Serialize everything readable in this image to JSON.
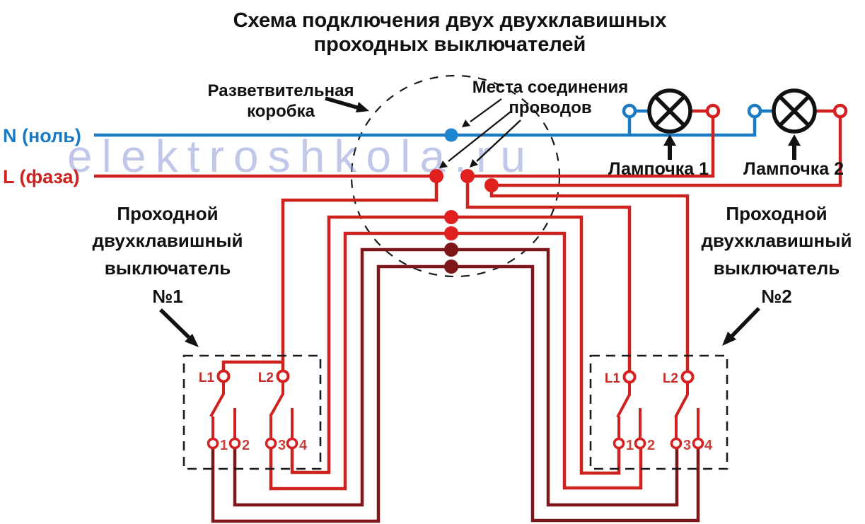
{
  "title": {
    "line1": "Схема подключения двух двухклавишных",
    "line2": "проходных выключателей"
  },
  "watermark": "elektroshkola.ru",
  "power_lines": {
    "neutral_label": "N (ноль)",
    "phase_label": "L (фаза)"
  },
  "junction_box": {
    "label_line1": "Разветвительная",
    "label_line2": "коробка"
  },
  "connection_points": {
    "label_line1": "Места соединения",
    "label_line2": "проводов"
  },
  "lamps": [
    {
      "label": "Лампочка 1"
    },
    {
      "label": "Лампочка 2"
    }
  ],
  "switches": [
    {
      "label_line1": "Проходной",
      "label_line2": "двухклавишный",
      "label_line3": "выключатель",
      "label_line4": "№1",
      "terminals": {
        "l1": "L1",
        "l2": "L2",
        "t1": "1",
        "t2": "2",
        "t3": "3",
        "t4": "4"
      }
    },
    {
      "label_line1": "Проходной",
      "label_line2": "двухклавишный",
      "label_line3": "выключатель",
      "label_line4": "№2",
      "terminals": {
        "l1": "L1",
        "l2": "L2",
        "t1": "1",
        "t2": "2",
        "t3": "3",
        "t4": "4"
      }
    }
  ],
  "colors": {
    "wire_blue": "#1b7ac2",
    "wire_red": "#ce2221",
    "wire_dark_red": "#7d1719",
    "dot_blue": "#1e86d0",
    "dot_red": "#e01f1f",
    "dot_dark_red": "#7d1719",
    "terminal_ring_red": "#d62020",
    "terminal_label_red": "#cb2a26",
    "number_red": "#c8443a",
    "text_black": "#111111",
    "watermark": "#8f9bd8"
  }
}
